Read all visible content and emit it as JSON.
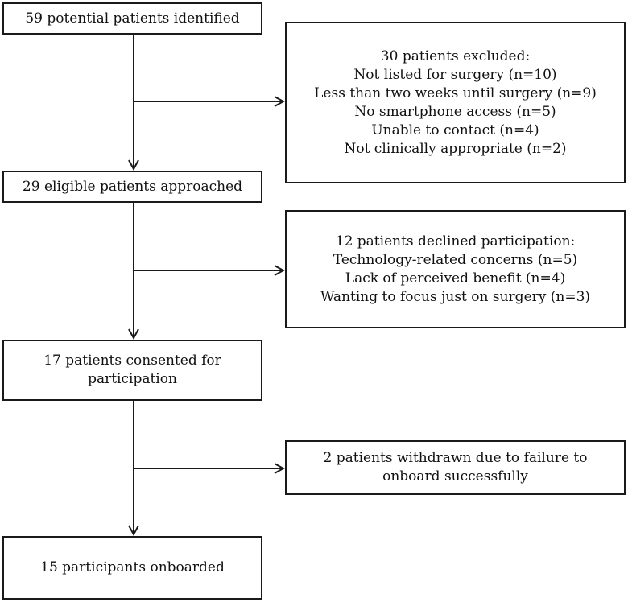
{
  "boxes": {
    "identified": {
      "line1": "59 potential patients identified"
    },
    "excluded": {
      "heading": "30 patients excluded:",
      "reasons": [
        "Not listed for surgery (n=10)",
        "Less than two weeks until surgery (n=9)",
        "No smartphone access (n=5)",
        "Unable to contact (n=4)",
        "Not clinically appropriate (n=2)"
      ]
    },
    "approached": {
      "line1": "29 eligible patients approached"
    },
    "declined": {
      "heading": "12 patients declined participation:",
      "reasons": [
        "Technology-related concerns (n=5)",
        "Lack of perceived benefit (n=4)",
        "Wanting to focus just on surgery (n=3)"
      ]
    },
    "consented": {
      "line1": "17 patients consented for",
      "line2": "participation"
    },
    "withdrawn": {
      "line1": "2 patients withdrawn due to failure to",
      "line2": "onboard successfully"
    },
    "onboarded": {
      "line1": "15 participants onboarded"
    }
  },
  "colors": {
    "border": "#1a1a1a",
    "text": "#111111",
    "background": "#ffffff"
  }
}
